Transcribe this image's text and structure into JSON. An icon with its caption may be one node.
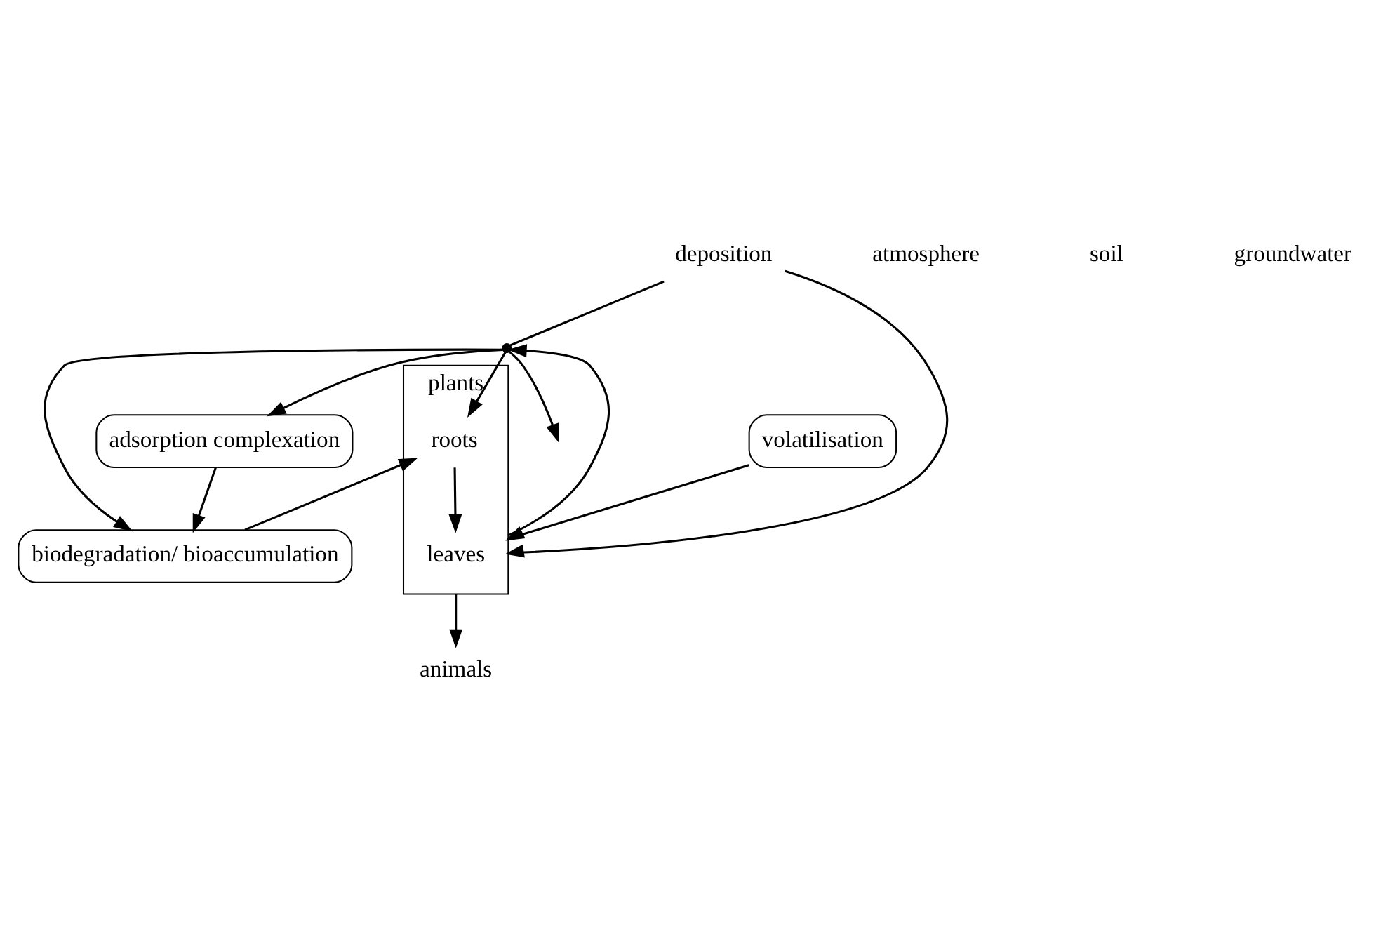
{
  "diagram": {
    "nodes": [
      {
        "text": [
          "deposition"
        ]
      },
      {
        "text": [
          "plants"
        ]
      },
      {
        "text": [
          "leaves"
        ],
        "in": 1
      },
      {
        "text": [
          "roots"
        ],
        "in": 1
      },
      {
        "text": [
          "volatilisation"
        ]
      },
      {
        "text": [
          "animals"
        ]
      },
      {
        "text": [
          "biodegradation/ bioaccumulation"
        ]
      },
      {
        "text": [
          "adsorption complexation"
        ]
      },
      {
        "text": [],
        "shape": "point"
      }
    ],
    "edges": [
      {
        "from": 0,
        "to": 1,
        "arrow": "to"
      },
      {
        "from": 0,
        "to": 8,
        "arrow": "none"
      },
      {
        "from": 1,
        "to": 8,
        "arrow": "to"
      },
      {
        "from": 4,
        "to": 1,
        "arrow": "to"
      },
      {
        "from": 1,
        "to": 5,
        "arrow": "to"
      },
      {
        "from": 3,
        "to": 2,
        "arrow": "to"
      },
      {
        "from": 8,
        "to": 3,
        "arrow": "to"
      },
      {
        "from": 8,
        "to": 6,
        "arrow": "to"
      },
      {
        "from": 8,
        "to": 7,
        "arrow": "to"
      },
      {
        "from": 6,
        "to": 3,
        "arrow": "to"
      },
      {
        "from": 7,
        "to": 6,
        "arrow": "to"
      },
      {
        "from": 8,
        "to": null,
        "arrow": "to"
      }
    ],
    "labels": [
      "atmosphere",
      "soil",
      "groundwater"
    ]
  }
}
